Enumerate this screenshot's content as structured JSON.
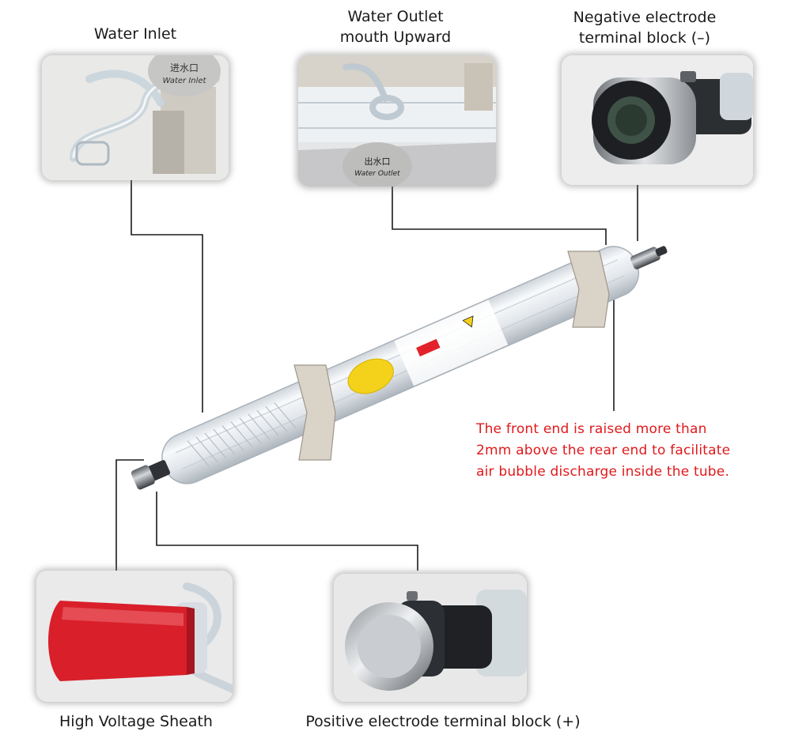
{
  "labels": {
    "water_inlet": "Water Inlet",
    "water_outlet_1": "Water Outlet",
    "water_outlet_2": "mouth Upward",
    "negative_1": "Negative electrode",
    "negative_2": "terminal block (–)",
    "hv_sheath": "High Voltage Sheath",
    "positive": "Positive electrode terminal block (+)"
  },
  "photo_tags": {
    "inlet_cn": "进水口",
    "inlet_en": "Water Inlet",
    "outlet_cn": "出水口",
    "outlet_en": "Water Outlet"
  },
  "note_lines": [
    "The front end is raised more than",
    "2mm above the rear end to facilitate",
    "air bubble discharge inside the tube."
  ],
  "colors": {
    "note_text": "#e0191b",
    "leader_line": "#1a1a1a",
    "sheath_red": "#d81f2a",
    "warning_yellow": "#f4d11a",
    "brand_red": "#e2232b"
  }
}
